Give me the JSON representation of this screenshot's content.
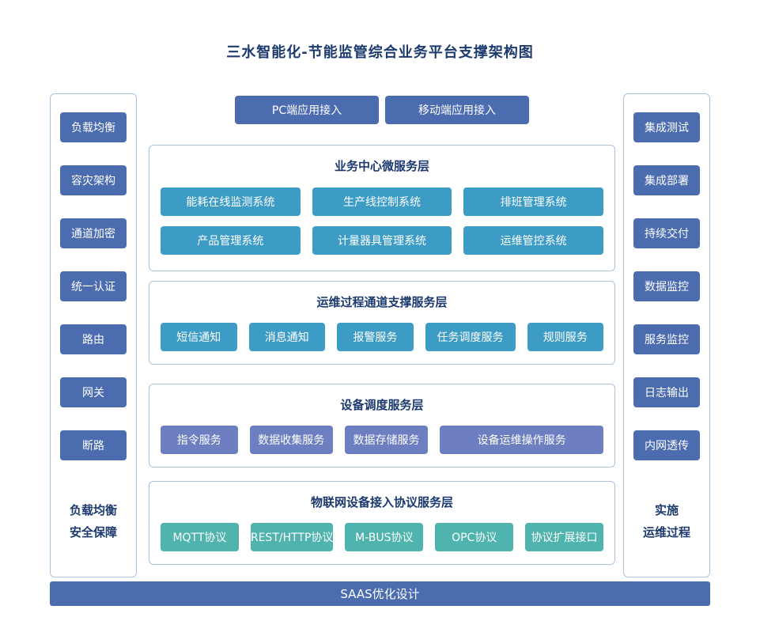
{
  "title": "三水智能化-节能监管综合业务平台支撑架构图",
  "top_buttons": [
    "PC端应用接入",
    "移动端应用接入"
  ],
  "left_panel": {
    "items": [
      "负载均衡",
      "容灾架构",
      "通道加密",
      "统一认证",
      "路由",
      "网关",
      "断路"
    ],
    "caption": [
      "负载均衡",
      "安全保障"
    ]
  },
  "right_panel": {
    "items": [
      "集成测试",
      "集成部署",
      "持续交付",
      "数据监控",
      "服务监控",
      "日志输出",
      "内网透传"
    ],
    "caption": [
      "实施",
      "运维过程"
    ]
  },
  "sections": [
    {
      "title": "业务中心微服务层",
      "items": [
        "能耗在线监测系统",
        "生产线控制系统",
        "排班管理系统",
        "产品管理系统",
        "计量器具管理系统",
        "运维管控系统"
      ]
    },
    {
      "title": "运维过程通道支撑服务层",
      "items": [
        "短信通知",
        "消息通知",
        "报警服务",
        "任务调度服务",
        "规则服务"
      ]
    },
    {
      "title": "设备调度服务层",
      "items": [
        "指令服务",
        "数据收集服务",
        "数据存储服务",
        "设备运维操作服务"
      ]
    },
    {
      "title": "物联网设备接入协议服务层",
      "items": [
        "MQTT协议",
        "REST/HTTP协议",
        "M-BUS协议",
        "OPC协议",
        "协议扩展接口"
      ]
    }
  ],
  "footer": {
    "label": "SAAS优化设计"
  },
  "colors": {
    "primary_blue": "#4c6cb0",
    "teal_blue": "#3d9cc6",
    "slate_blue": "#6d7fc0",
    "teal_green": "#4fb3ae",
    "panel_border": "#a9c3dd",
    "title_navy": "#1c3a6e"
  }
}
